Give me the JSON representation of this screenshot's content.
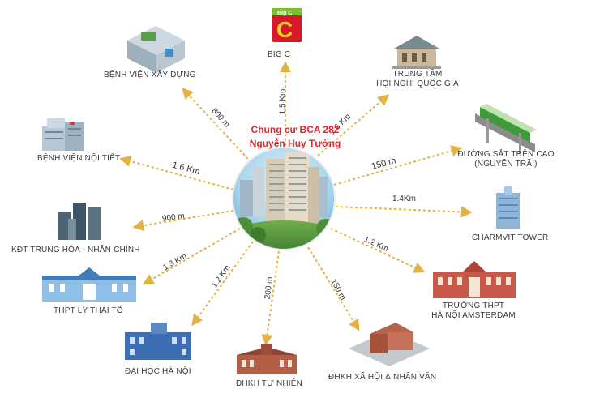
{
  "center": {
    "title_line1": "Chung cư BCA 282",
    "title_line2": "Nguyễn Huy Tưởng"
  },
  "destinations": [
    {
      "id": "big-c",
      "label": "BIG C",
      "distance": "1.5 Km"
    },
    {
      "id": "trung-tam-hoi-nghi",
      "label_line1": "TRUNG TÂM",
      "label_line2": "HỘI NGHỊ QUỐC GIA",
      "distance": "1.6 Km"
    },
    {
      "id": "duong-sat",
      "label_line1": "ĐƯỜNG SẮT TRÊN CAO",
      "label_line2": "(NGUYỄN TRÃI)",
      "distance": "150 m"
    },
    {
      "id": "charmvit",
      "label": "CHARMVIT TOWER",
      "distance": "1.4Km"
    },
    {
      "id": "amsterdam",
      "label_line1": "TRƯỜNG THPT",
      "label_line2": "HÀ NỘI AMSTERDAM",
      "distance": "1.2 Km"
    },
    {
      "id": "dhkh-xa-hoi",
      "label": "ĐHKH XÃ HỘI & NHÂN VĂN",
      "distance": "150 m"
    },
    {
      "id": "dhkh-tu-nhien",
      "label": "ĐHKH TỰ NHIÊN",
      "distance": "200 m"
    },
    {
      "id": "dai-hoc-ha-noi",
      "label": "ĐẠI HỌC HÀ NỘI",
      "distance": "1.2 Km"
    },
    {
      "id": "thpt-ly-thai-to",
      "label": "THPT LÝ THÁI TỔ",
      "distance": "1.3 Km"
    },
    {
      "id": "kdt-trung-hoa",
      "label": "KĐT TRUNG HÒA - NHÂN CHÍNH",
      "distance": "900 m"
    },
    {
      "id": "benh-vien-noi-tiet",
      "label": "BỆNH VIỆN NỘI TIẾT",
      "distance": "1.6 Km"
    },
    {
      "id": "benh-vien-xay-dung",
      "label": "BỆNH VIỆN XÂY DỰNG",
      "distance": "800 m"
    }
  ],
  "icons": {
    "big_c_logo_text": "Big C",
    "colors": {
      "arrow": "#e3b341",
      "title": "#e0262b",
      "bigc_red": "#d7182a",
      "bigc_green": "#7bbf29"
    }
  }
}
